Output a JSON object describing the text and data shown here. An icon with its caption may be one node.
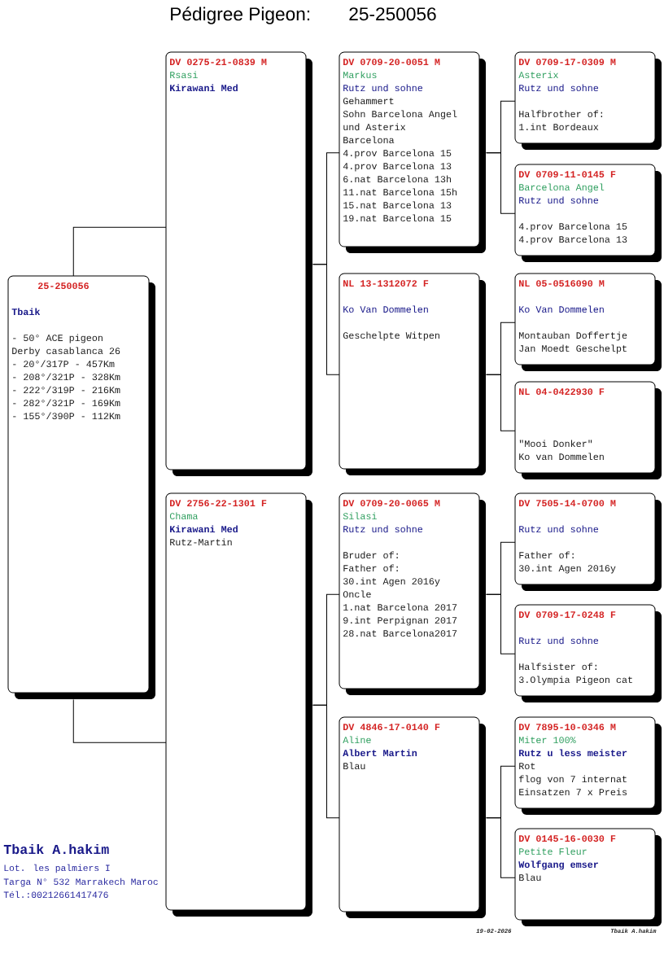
{
  "diagram": {
    "title": "Pédigree Pigeon:",
    "nodes": [
      {
        "text": [
          "25-250056",
          "Tbaik",
          "- 50° ACE pigeon",
          "Derby casablanca 26",
          "- 20°/317P - 457Km",
          "- 208°/321P - 328Km",
          "- 222°/319P - 216Km",
          "- 282°/321P - 169Km",
          "- 155°/390P - 112Km"
        ]
      },
      {
        "text": [
          "DV 0275-21-0839 M",
          "Rsasi",
          "Kirawani Med"
        ]
      },
      {
        "text": [
          "DV 2756-22-1301 F",
          "Chama",
          "Kirawani Med",
          "Rutz-Martin"
        ]
      },
      {
        "text": [
          "DV 0709-20-0051 M",
          "Markus",
          "Rutz und sohne",
          "Gehammert",
          "Sohn Barcelona Angel und Asterix",
          "Barcelona",
          "4.prov Barcelona 15",
          "4.prov Barcelona 13",
          "6.nat Barcelona 13h",
          "11.nat Barcelona 15h",
          "15.nat Barcelona 13",
          "19.nat Barcelona 15"
        ]
      },
      {
        "text": [
          "NL 13-1312072 F",
          "Ko Van Dommelen",
          "Geschelpte Witpen"
        ]
      },
      {
        "text": [
          "DV 0709-20-0065 M",
          "Silasi",
          "Rutz und sohne",
          "Bruder of:",
          "Father of:",
          "30.int Agen 2016y",
          "Oncle",
          "1.nat Barcelona 2017",
          "9.int Perpignan 2017",
          "28.nat Barcelona2017"
        ]
      },
      {
        "text": [
          "DV 4846-17-0140 F",
          "Aline",
          "Albert Martin",
          "Blau"
        ]
      },
      {
        "text": [
          "DV 0709-17-0309 M",
          "Asterix",
          "Rutz und sohne",
          "Halfbrother of:",
          "1.int Bordeaux"
        ]
      },
      {
        "text": [
          "DV 0709-11-0145 F",
          "Barcelona Angel",
          "Rutz und sohne",
          "4.prov Barcelona 15",
          "4.prov Barcelona 13"
        ]
      },
      {
        "text": [
          "NL 05-0516090 M",
          "Ko Van Dommelen",
          "Montauban Doffertje",
          "Jan Moedt Geschelpt"
        ]
      },
      {
        "text": [
          "NL 04-0422930 F",
          "\"Mooi Donker\"",
          "Ko van Dommelen"
        ]
      },
      {
        "text": [
          "DV 7505-14-0700 M",
          "Rutz und sohne",
          "Father of:",
          "30.int Agen 2016y"
        ]
      },
      {
        "text": [
          "DV 0709-17-0248 F",
          "Rutz und sohne",
          "Halfsister of:",
          "3.Olympia Pigeon cat"
        ]
      },
      {
        "text": [
          "DV 7895-10-0346 M",
          "Miter 100%",
          "Rutz u less meister",
          "Rot",
          "flog von 7 internat Einsatzen 7 x Preis"
        ]
      },
      {
        "text": [
          "DV 0145-16-0030 F",
          "Petite Fleur",
          "Wolfgang emser",
          "Blau"
        ]
      }
    ],
    "edges": [
      {
        "from": 0,
        "to": 1,
        "arrow": "none"
      },
      {
        "from": 0,
        "to": 2,
        "arrow": "none"
      },
      {
        "from": 1,
        "to": 3,
        "arrow": "none"
      },
      {
        "from": 1,
        "to": 4,
        "arrow": "none"
      },
      {
        "from": 2,
        "to": 5,
        "arrow": "none"
      },
      {
        "from": 2,
        "to": 6,
        "arrow": "none"
      },
      {
        "from": 3,
        "to": 7,
        "arrow": "none"
      },
      {
        "from": 3,
        "to": 8,
        "arrow": "none"
      },
      {
        "from": 4,
        "to": 9,
        "arrow": "none"
      },
      {
        "from": 4,
        "to": 10,
        "arrow": "none"
      },
      {
        "from": 5,
        "to": 11,
        "arrow": "none"
      },
      {
        "from": 5,
        "to": 12,
        "arrow": "none"
      },
      {
        "from": 6,
        "to": 13,
        "arrow": "none"
      },
      {
        "from": 6,
        "to": 14,
        "arrow": "none"
      }
    ],
    "labels": [
      "25-250056",
      "Tbaik A.hakim",
      "Lot. les palmiers I",
      "Targa N° 532 Marrakech Maroc",
      "Tél.:00212661417476",
      "19-02-2026",
      "Tbaik A.hakim"
    ]
  }
}
